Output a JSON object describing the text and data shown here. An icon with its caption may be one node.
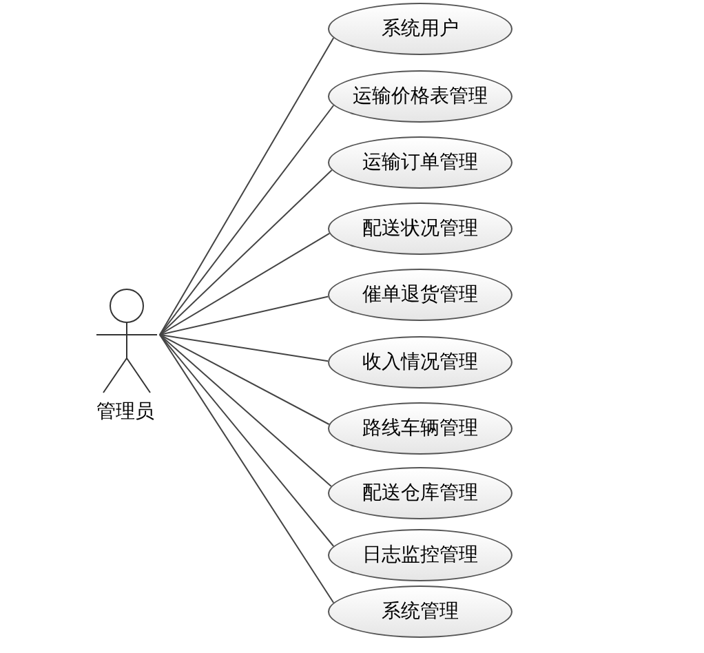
{
  "diagram": {
    "nodes": [
      {
        "text": [
          "管理员"
        ]
      },
      {
        "text": [
          "系统用户"
        ]
      },
      {
        "text": [
          "运输价格表管理"
        ]
      },
      {
        "text": [
          "运输订单管理"
        ]
      },
      {
        "text": [
          "配送状况管理"
        ]
      },
      {
        "text": [
          "催单退货管理"
        ]
      },
      {
        "text": [
          "收入情况管理"
        ]
      },
      {
        "text": [
          "路线车辆管理"
        ]
      },
      {
        "text": [
          "配送仓库管理"
        ]
      },
      {
        "text": [
          "日志监控管理"
        ]
      },
      {
        "text": [
          "系统管理"
        ]
      }
    ],
    "edges": [
      {
        "from": 0,
        "to": 1,
        "arrow": "none"
      },
      {
        "from": 0,
        "to": 2,
        "arrow": "none"
      },
      {
        "from": 0,
        "to": 3,
        "arrow": "none"
      },
      {
        "from": 0,
        "to": 4,
        "arrow": "none"
      },
      {
        "from": 0,
        "to": 5,
        "arrow": "none"
      },
      {
        "from": 0,
        "to": 6,
        "arrow": "none"
      },
      {
        "from": 0,
        "to": 7,
        "arrow": "none"
      },
      {
        "from": 0,
        "to": 8,
        "arrow": "none"
      },
      {
        "from": 0,
        "to": 9,
        "arrow": "none"
      },
      {
        "from": 0,
        "to": 10,
        "arrow": "none"
      }
    ]
  }
}
